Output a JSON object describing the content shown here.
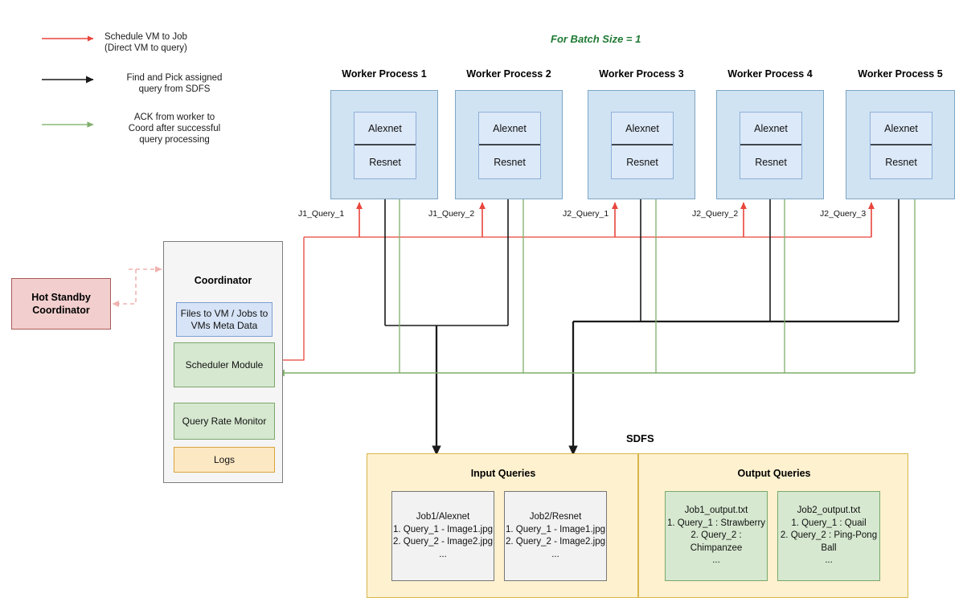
{
  "legend": {
    "items": [
      {
        "icon": "red-arrow-icon",
        "color": "#e8453c",
        "text": "Schedule VM to Job\n(Direct VM to query)",
        "align": "left"
      },
      {
        "icon": "black-arrow-icon",
        "color": "#3a3a3a",
        "text": "Find and Pick assigned\nquery from SDFS",
        "align": "center"
      },
      {
        "icon": "green-arrow-icon",
        "color": "#8cb87a",
        "text": "ACK from worker to\nCoord after successful\nquery processing",
        "align": "center"
      }
    ]
  },
  "batch_title": "For Batch Size = 1",
  "workers": [
    {
      "title": "Worker Process 1",
      "models": [
        "Alexnet",
        "Resnet"
      ],
      "query": "J1_Query_1"
    },
    {
      "title": "Worker Process 2",
      "models": [
        "Alexnet",
        "Resnet"
      ],
      "query": "J1_Query_2"
    },
    {
      "title": "Worker Process 3",
      "models": [
        "Alexnet",
        "Resnet"
      ],
      "query": "J2_Query_1"
    },
    {
      "title": "Worker Process 4",
      "models": [
        "Alexnet",
        "Resnet"
      ],
      "query": "J2_Query_2"
    },
    {
      "title": "Worker Process 5",
      "models": [
        "Alexnet",
        "Resnet"
      ],
      "query": "J2_Query_3"
    }
  ],
  "coordinator": {
    "title": "Coordinator",
    "modules": [
      {
        "label": "Files to VM / Jobs to VMs Meta Data",
        "kind": "meta"
      },
      {
        "label": "Scheduler Module",
        "kind": "green"
      },
      {
        "label": "Query Rate Monitor",
        "kind": "green"
      },
      {
        "label": "Logs",
        "kind": "amber"
      }
    ]
  },
  "standby": {
    "label": "Hot Standby\nCoordinator"
  },
  "sdfs": {
    "title": "SDFS",
    "input": {
      "title": "Input Queries",
      "files": [
        "Job1/Alexnet\n1. Query_1 - Image1.jpg\n2. Query_2 - Image2.jpg\n...",
        "Job2/Resnet\n1. Query_1 - Image1.jpg\n2. Query_2 - Image2.jpg\n..."
      ]
    },
    "output": {
      "title": "Output Queries",
      "files": [
        "Job1_output.txt\n1. Query_1 : Strawberry\n2. Query_2 : Chimpanzee\n...",
        "Job2_output.txt\n1. Query_1 : Quail\n2. Query_2 : Ping-Pong Ball\n..."
      ]
    }
  },
  "colors": {
    "red": "#e8453c",
    "black": "#1a1a1a",
    "green": "#7fae69",
    "blue": "#3b4fd8",
    "pink_dashed": "#f0b3b0",
    "batch_green": "#1f7a33"
  }
}
